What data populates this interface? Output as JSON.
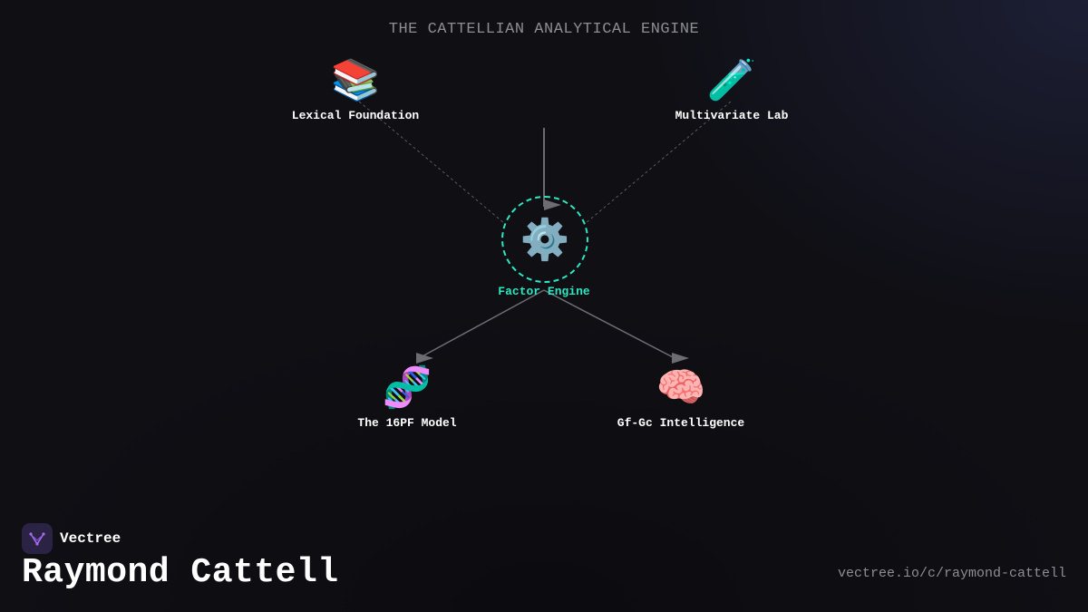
{
  "diagram": {
    "title": "THE CATTELLIAN ANALYTICAL ENGINE",
    "hub": {
      "icon": "gear-icon",
      "glyph": "⚙️",
      "label": "Factor Engine",
      "accent": "#2ee6c0"
    },
    "nodes": [
      {
        "id": "lexical",
        "icon": "books-icon",
        "glyph": "📚",
        "label": "Lexical Foundation"
      },
      {
        "id": "multivariate",
        "icon": "test-tube-icon",
        "glyph": "🧪",
        "label": "Multivariate Lab"
      },
      {
        "id": "16pf",
        "icon": "dna-icon",
        "glyph": "🧬",
        "label": "The 16PF Model"
      },
      {
        "id": "gfgc",
        "icon": "brain-icon",
        "glyph": "🧠",
        "label": "Gf-Gc Intelligence"
      }
    ],
    "edges": [
      {
        "from": "lexical",
        "to": "hub",
        "style": "dotted"
      },
      {
        "from": "multivariate",
        "to": "hub",
        "style": "dotted"
      },
      {
        "from": "top",
        "to": "hub",
        "style": "arrow"
      },
      {
        "from": "hub",
        "to": "16pf",
        "style": "arrow"
      },
      {
        "from": "hub",
        "to": "gfgc",
        "style": "arrow"
      }
    ]
  },
  "footer": {
    "brand_name": "Vectree",
    "brand_icon": "vectree-logo-icon",
    "person_name": "Raymond Cattell",
    "url": "vectree.io/c/raymond-cattell"
  },
  "colors": {
    "background": "#0f0f14",
    "accent": "#2ee6c0",
    "muted_text": "#8d8d94",
    "edge": "#6c6c72",
    "brand_bg": "#2a2344",
    "brand_mark": "#a56cf0"
  }
}
